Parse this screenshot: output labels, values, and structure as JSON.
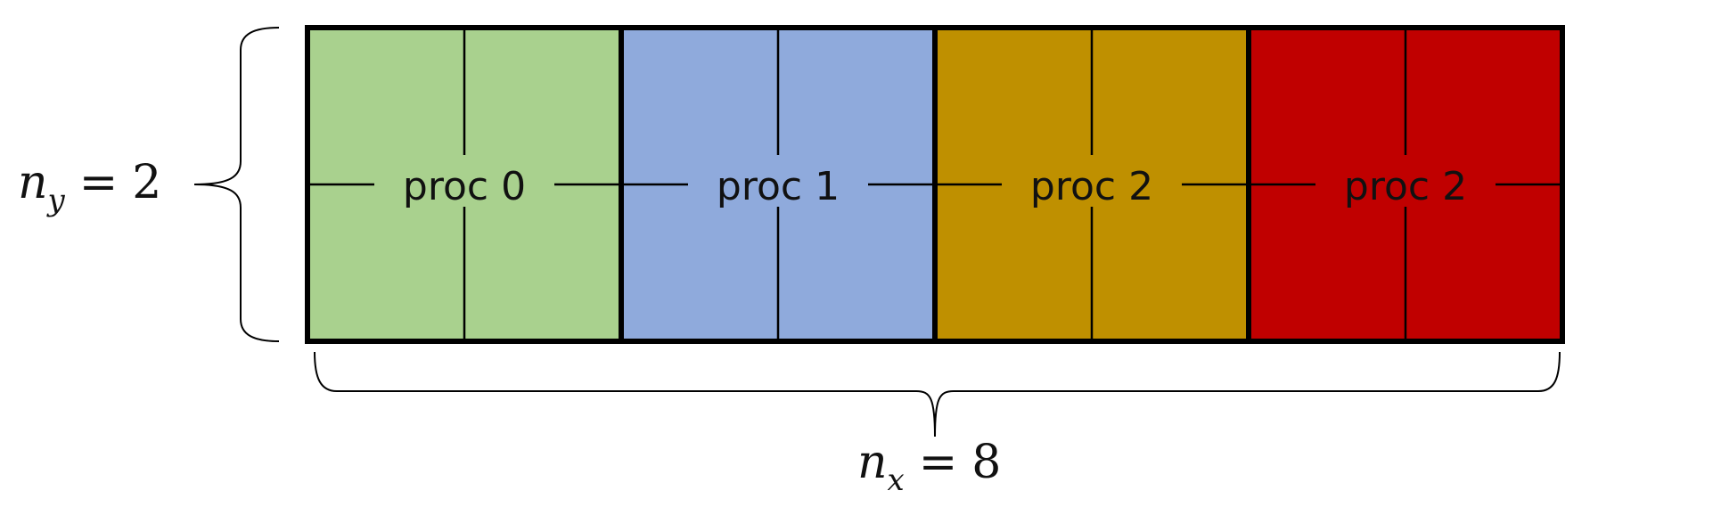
{
  "diagram": {
    "blocks": [
      {
        "label": "proc 0",
        "color": "#a9d18e"
      },
      {
        "label": "proc 1",
        "color": "#8faadc"
      },
      {
        "label": "proc 2",
        "color": "#bf9000"
      },
      {
        "label": "proc 2",
        "color": "#c00000"
      }
    ],
    "ny": {
      "symbol": "n",
      "subscript": "y",
      "equals": "=",
      "value": "2"
    },
    "nx": {
      "symbol": "n",
      "subscript": "x",
      "equals": "=",
      "value": "8"
    },
    "grid": {
      "columns": 8,
      "rows": 2
    }
  }
}
